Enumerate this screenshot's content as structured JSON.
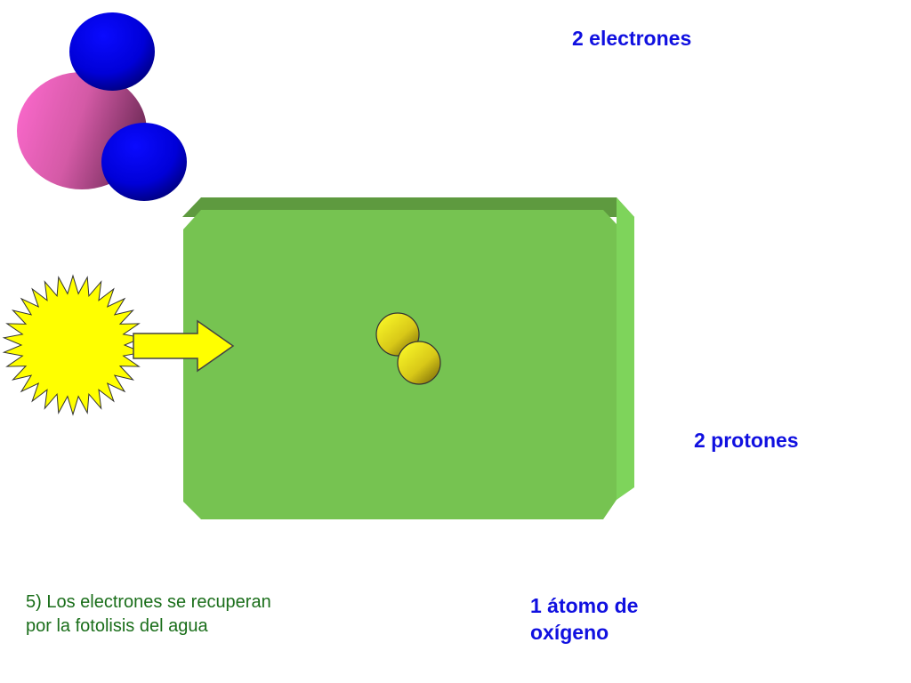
{
  "labels": {
    "electrons": "2 electrones",
    "protons": "2 protones",
    "oxygen": "1 átomo de oxígeno",
    "step_caption": "5) Los electrones se recuperan por la fotolisis del agua"
  },
  "colors": {
    "chloroplast_face": "#76c351",
    "chloroplast_top": "#5e9a3f",
    "chloroplast_side": "#7ed45b",
    "sun": "#ffff00",
    "arrow": "#ffff00",
    "hydrogen_atom": "#0000e8",
    "oxygen_atom": "#f068c0",
    "proton": "#e6d81e",
    "label_text": "#1010e0",
    "caption_text": "#1a6e1a"
  },
  "icons": {
    "sun": "sun-icon",
    "light_arrow": "arrow-right-icon",
    "water_molecule": "water-molecule-icon",
    "protons": "proton-pair-icon"
  }
}
